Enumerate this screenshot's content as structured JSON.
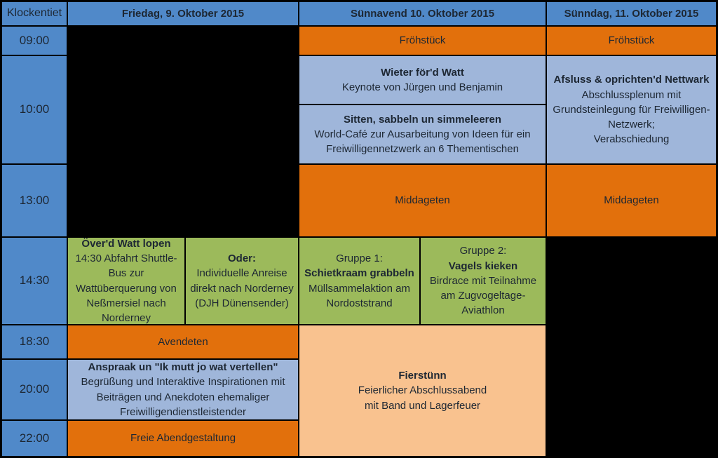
{
  "table": {
    "corner_label": "Klockentiet",
    "day_headers": [
      "Friedag, 9. Oktober 2015",
      "Sünnavend 10. Oktober 2015",
      "Sünndag, 11. Oktober 2015"
    ],
    "times": [
      "09:00",
      "10:00",
      "13:00",
      "14:30",
      "18:30",
      "20:00",
      "22:00"
    ]
  },
  "cells": {
    "sat_breakfast": "Fröhstück",
    "sun_breakfast": "Fröhstück",
    "sat_keynote": {
      "title": "Wieter för'd Watt",
      "desc": "Keynote von Jürgen und Benjamin"
    },
    "sat_worldcafe": {
      "title": "Sitten, sabbeln un simmeleeren",
      "desc": "World-Café zur Ausarbeitung von Ideen für ein Freiwilligennetzwerk an 6 Thementischen"
    },
    "sun_closing": {
      "title": "Afsluss & oprichten'd Nettwark",
      "desc1": "Abschlussplenum mit Grundsteinlegung für Freiwilligen-Netzwerk;",
      "desc2": "Verabschiedung"
    },
    "sat_lunch": "Middageten",
    "sun_lunch": "Middageten",
    "fri_watt_walk": {
      "title": "Över'd Watt lopen",
      "desc": "14:30 Abfahrt Shuttle-Bus zur Wattüberquerung von Neßmersiel nach Norderney"
    },
    "fri_individual": {
      "title": "Oder:",
      "desc": "Individuelle Anreise direkt nach Norderney (DJH Dünensender)"
    },
    "sat_group1": {
      "pre": "Gruppe 1:",
      "title": "Schietkraam grabbeln",
      "desc": "Müllsammelaktion am Nordoststrand"
    },
    "sat_group2": {
      "pre": "Gruppe 2:",
      "title": "Vagels kieken",
      "desc": "Birdrace mit Teilnahme am Zugvogeltage-Aviathlon"
    },
    "fri_dinner": "Avendeten",
    "fri_talk": {
      "title": "Anspraak un \"Ik mutt jo wat vertellen\"",
      "desc": "Begrüßung und Interaktive Inspirationen mit Beiträgen und Anekdoten ehemaliger Freiwilligendienstleistender"
    },
    "sat_party": {
      "title": "Fierstünn",
      "desc1": "Feierlicher Abschlussabend",
      "desc2": "mit Band und Lagerfeuer"
    },
    "fri_free_evening": "Freie Abendgestaltung"
  },
  "colors": {
    "header_blue": "#5089c9",
    "session_lightblue": "#9fb6da",
    "meal_orange": "#e2700c",
    "activity_green": "#9cba5b",
    "party_peach": "#f9c28f",
    "empty_black": "#000000",
    "text": "#1d2733"
  }
}
